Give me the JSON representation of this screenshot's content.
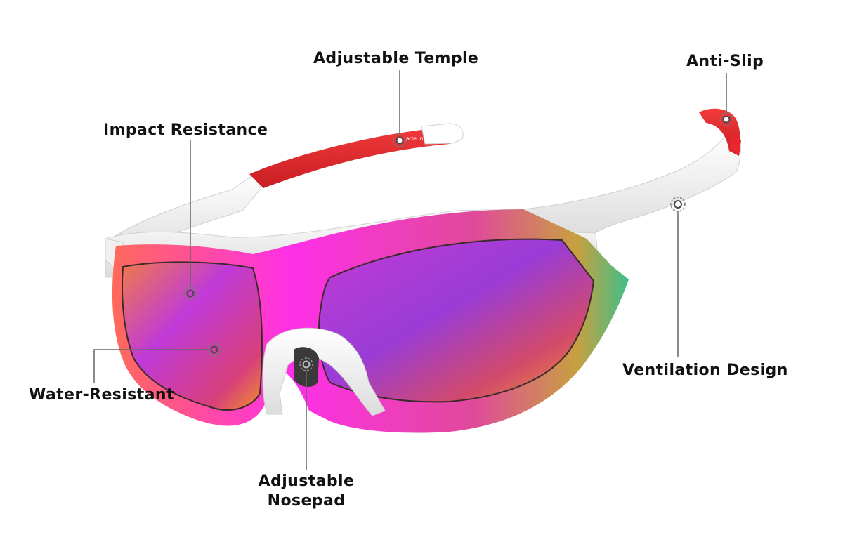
{
  "labels": {
    "adjustable_temple": "Adjustable Temple",
    "anti_slip": "Anti-Slip",
    "impact_resistance": "Impact Resistance",
    "ventilation_design": "Ventilation Design",
    "water_resistant": "Water-Resistant",
    "adjustable_nosepad_line1": "Adjustable",
    "adjustable_nosepad_line2": "Nosepad"
  },
  "temple_imprint": "ade in China",
  "colors": {
    "label_text": "#111111",
    "leader_line": "#666666",
    "frame_white": "#f4f4f4",
    "frame_shadow": "#d6d6d6",
    "temple_red": "#e8262d",
    "lens_magenta": "#ff2fd0",
    "lens_purple": "#9a3cd6",
    "lens_orange": "#f0902a",
    "lens_green": "#3fbf8a",
    "nosepad_dark": "#3a3a3a"
  }
}
